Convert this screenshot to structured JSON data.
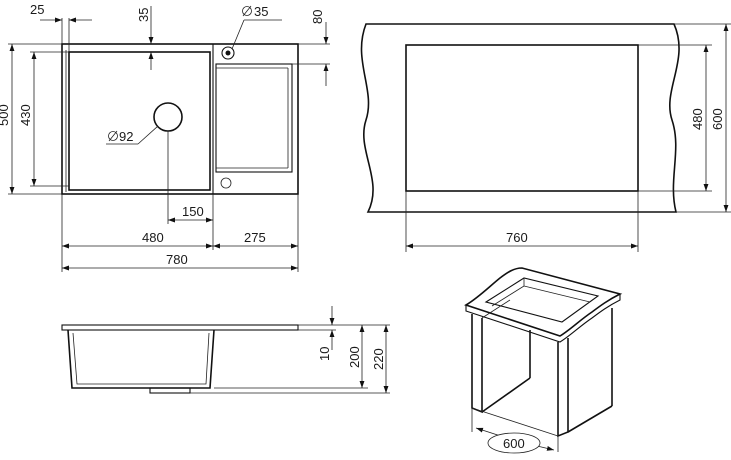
{
  "top_view": {
    "dim_25": "25",
    "dim_35": "35",
    "dim_80": "80",
    "dim_500": "500",
    "dim_430": "430",
    "dim_150": "150",
    "dim_480": "480",
    "dim_275": "275",
    "dim_780": "780",
    "dia_35": "35",
    "dia_92": "92"
  },
  "cutout_view": {
    "dim_760": "760",
    "dim_480": "480",
    "dim_600": "600"
  },
  "side_view": {
    "dim_10": "10",
    "dim_200": "200",
    "dim_220": "220"
  },
  "cabinet_view": {
    "dim_600": "600"
  }
}
